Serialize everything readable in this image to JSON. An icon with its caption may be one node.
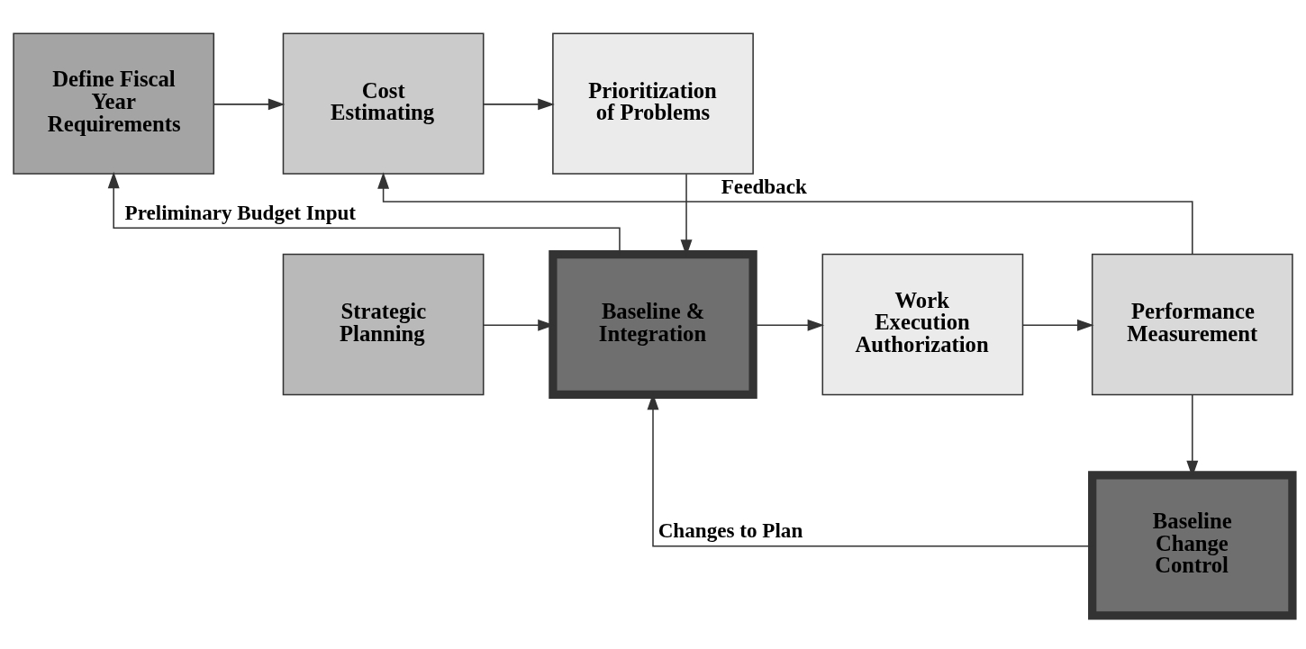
{
  "diagram": {
    "nodes": [
      {
        "text": [
          "Define Fiscal Year Requirements"
        ]
      },
      {
        "text": [
          "Cost Estimating"
        ]
      },
      {
        "text": [
          "Prioritization of Problems"
        ]
      },
      {
        "text": [
          "Performance Measurement"
        ]
      },
      {
        "text": [
          "Work Execution Authorization"
        ]
      },
      {
        "text": [
          "Baseline & Integration"
        ]
      },
      {
        "text": [
          "Strategic Planning"
        ]
      },
      {
        "text": [
          "Baseline Change Control"
        ]
      }
    ],
    "edges": [
      {
        "from": 0,
        "to": 1,
        "arrow": "to"
      },
      {
        "from": 1,
        "to": 2,
        "arrow": "to"
      },
      {
        "from": 2,
        "to": 5,
        "arrow": "to"
      },
      {
        "from": 6,
        "to": 5,
        "arrow": "to"
      },
      {
        "from": 5,
        "to": 4,
        "arrow": "to"
      },
      {
        "from": 4,
        "to": 3,
        "arrow": "to"
      },
      {
        "from": 3,
        "to": 1,
        "arrow": "to",
        "label": "Feedback"
      },
      {
        "from": 3,
        "to": 7,
        "arrow": "to"
      },
      {
        "from": 7,
        "to": 5,
        "arrow": "to",
        "label": "Changes to Plan"
      },
      {
        "from": 5,
        "to": 0,
        "arrow": "to",
        "label": "Preliminary Budget Input"
      }
    ]
  }
}
